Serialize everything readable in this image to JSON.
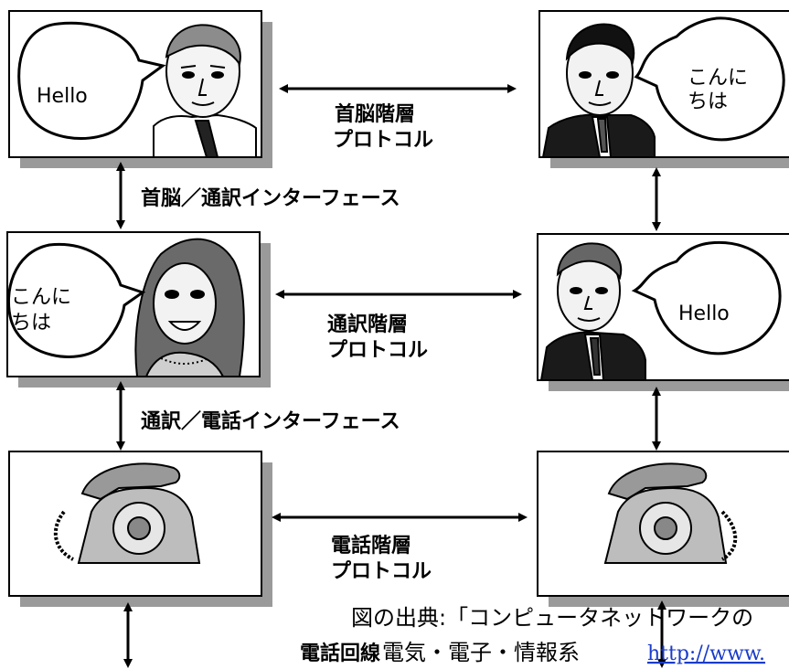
{
  "nodes": {
    "ceo_en": {
      "speech": "Hello"
    },
    "ceo_jp": {
      "speech_line1": "こんに",
      "speech_line2": "ちは"
    },
    "interp_en": {
      "speech_line1": "こんに",
      "speech_line2": "ちは"
    },
    "interp_jp": {
      "speech": "Hello"
    }
  },
  "protocols": {
    "top": {
      "line1": "首脳階層",
      "line2": "プロトコル"
    },
    "mid": {
      "line1": "通訳階層",
      "line2": "プロトコル"
    },
    "bottom": {
      "line1": "電話階層",
      "line2": "プロトコル"
    }
  },
  "interfaces": {
    "upper": "首脳／通訳インターフェース",
    "lower": "通訳／電話インターフェース"
  },
  "credit": {
    "source": "図の出典:「コンピュータネットワークの",
    "line_bold": "電話回線",
    "line_text": "電気・電子・情報系",
    "link": "http://www."
  }
}
